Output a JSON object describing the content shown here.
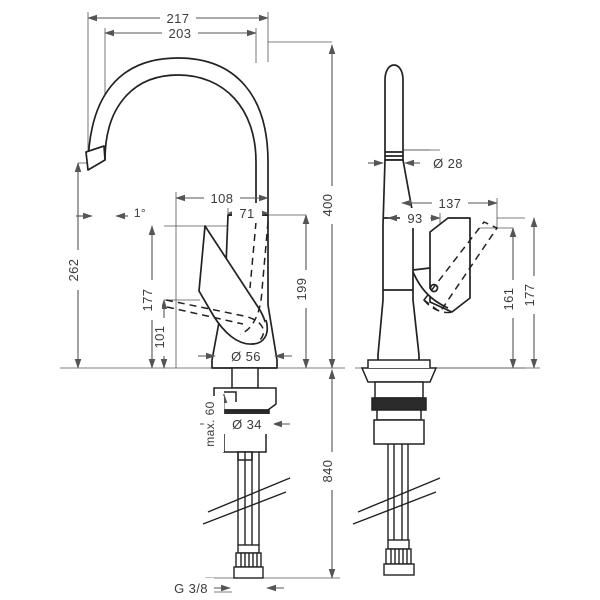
{
  "drawing": {
    "title": "Kitchen mixer tap technical dimension drawing",
    "units": "mm",
    "line_color": "#222222",
    "dim_color": "#555555",
    "text_color": "#3c3c3c",
    "background": "#ffffff"
  },
  "front_view": {
    "name": "front-elevation",
    "dimensions": {
      "spout_reach_total": "217",
      "spout_reach_inner": "203",
      "lever_offset_outer": "108",
      "lever_offset_inner": "71",
      "spout_height_outlet": "262",
      "lever_height_up": "177",
      "lever_height_base": "101",
      "body_diameter": "Ø 56",
      "lever_top_height": "199",
      "overall_height": "400",
      "outlet_angle": "1°",
      "deck_thickness": "max. 60",
      "shank_diameter": "Ø 34",
      "total_length": "840",
      "connection_thread": "G 3/8"
    }
  },
  "side_view": {
    "name": "side-elevation",
    "dimensions": {
      "spout_diameter": "Ø 28",
      "lever_swivel_outer": "137",
      "lever_swivel_inner": "93",
      "lever_height_low": "161",
      "lever_height_high": "177"
    }
  },
  "labels": {
    "d217": "217",
    "d203": "203",
    "d108": "108",
    "d71": "71",
    "d262": "262",
    "d177a": "177",
    "d101": "101",
    "d56": "Ø 56",
    "d199": "199",
    "d400": "400",
    "d1deg": "1°",
    "dmax60": "max. 60",
    "d34": "Ø 34",
    "d840": "840",
    "dg38": "G 3/8",
    "d28": "Ø 28",
    "d137": "137",
    "d93": "93",
    "d161": "161",
    "d177b": "177"
  }
}
